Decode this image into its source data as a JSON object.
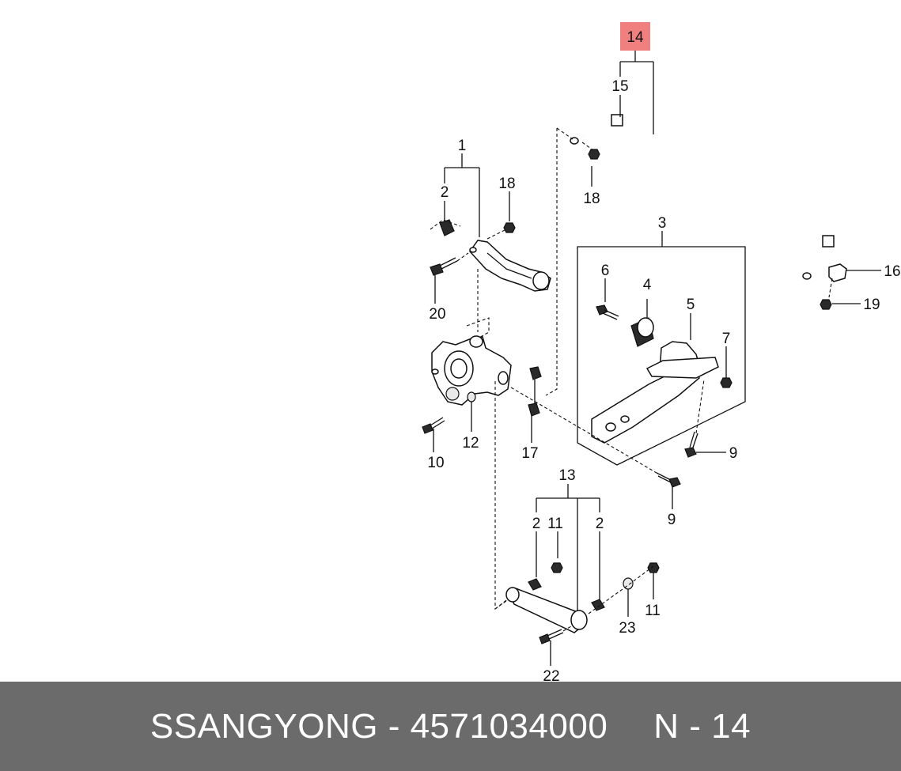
{
  "diagram": {
    "highlight_color": "#f08080",
    "callouts": {
      "c14_highlight": "14",
      "c15": "15",
      "c18_top": "18",
      "c1": "1",
      "c2_top": "2",
      "c18_left": "18",
      "c20": "20",
      "c3": "3",
      "c6": "6",
      "c4": "4",
      "c5": "5",
      "c7": "7",
      "c16": "16",
      "c19": "19",
      "c10": "10",
      "c12": "12",
      "c17": "17",
      "c9_right": "9",
      "c9_bottom": "9",
      "c13": "13",
      "c2_left": "2",
      "c11_left": "11",
      "c2_right": "2",
      "c23": "23",
      "c11_right": "11",
      "c22": "22"
    }
  },
  "footer": {
    "brand_part": "SSANGYONG - 4571034000",
    "ref": "N - 14",
    "background": "#6b6b6b"
  }
}
